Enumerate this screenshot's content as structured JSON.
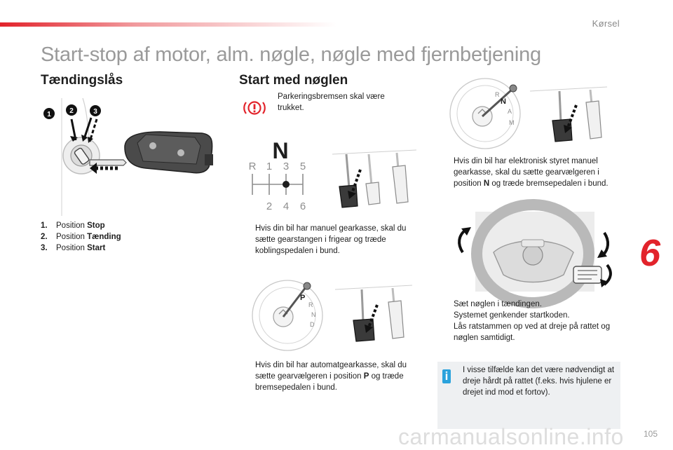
{
  "header": {
    "section_label": "Kørsel",
    "title": "Start-stop af motor, alm. nøgle, nøgle med fjernbetjening",
    "chapter_number": "6",
    "page_number": "105",
    "accent_color": "#e2232b"
  },
  "left": {
    "heading": "Tændingslås",
    "diagram_markers": [
      "1",
      "2",
      "3"
    ],
    "positions": [
      {
        "num": "1.",
        "prefix": "Position ",
        "value": "Stop"
      },
      {
        "num": "2.",
        "prefix": "Position ",
        "value": "Tænding"
      },
      {
        "num": "3.",
        "prefix": "Position ",
        "value": "Start"
      }
    ]
  },
  "middle": {
    "heading": "Start med nøglen",
    "warning_text": "Parkeringsbremsen skal være trukket.",
    "manual_gearbox": {
      "gear_top": "N",
      "gear_row_top": [
        "R",
        "1",
        "3",
        "5"
      ],
      "gear_row_bottom": [
        "2",
        "4",
        "6"
      ],
      "text": "Hvis din bil har manuel gearkasse, skal du sætte gearstangen i frigear og træde koblingspedalen i bund."
    },
    "automatic_gearbox": {
      "selector_letters": [
        "P",
        "R",
        "N",
        "D"
      ],
      "text_before": "Hvis din bil har automatgearkasse, skal du sætte gearvælgeren i position ",
      "bold": "P",
      "text_after": " og træde bremsepedalen i bund."
    }
  },
  "right": {
    "electronic_gearbox": {
      "selector_letters": [
        "R",
        "N",
        "A",
        "M"
      ],
      "text_before": "Hvis din bil har elektronisk styret manuel gearkasse, skal du sætte gearvælgeren i position ",
      "bold": "N",
      "text_after": " og træde bremsepedalen i bund."
    },
    "steps": [
      {
        "line1": "Sæt nøglen i tændingen.",
        "line2": "Systemet genkender startkoden."
      },
      {
        "line1": "Lås ratstammen op ved at dreje på rattet og nøglen samtidigt."
      }
    ],
    "info": {
      "icon": "i",
      "text": "I visse tilfælde kan det være nødvendigt at dreje hårdt på rattet (f.eks. hvis hjulene er drejet ind mod et fortov)."
    }
  },
  "bullet_glyph": "",
  "watermark": "carmanualsonline.info",
  "icons": [
    "warning-icon",
    "info-icon",
    "rotate-arrow-icon"
  ]
}
